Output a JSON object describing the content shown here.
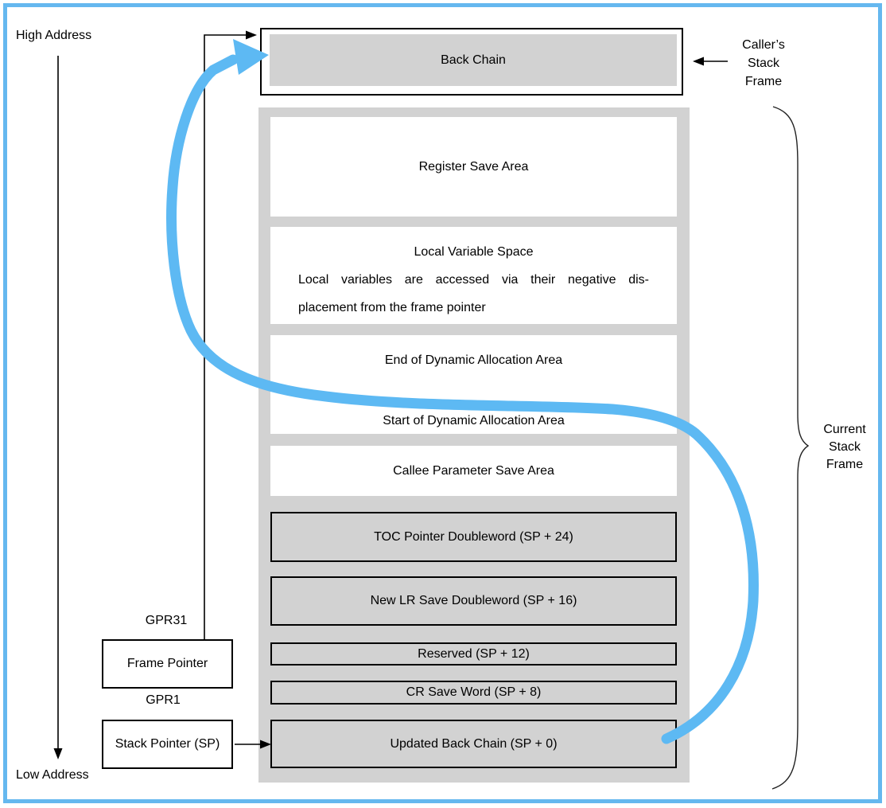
{
  "colors": {
    "figure_border": "#65b8ef",
    "flow_arrow": "#5db9f3",
    "frame_fill": "#d2d2d2"
  },
  "labels": {
    "high_address": "High Address",
    "low_address": "Low Address",
    "gpr31": "GPR31",
    "gpr1": "GPR1",
    "callers_stack_frame": [
      "Caller’s",
      "Stack",
      "Frame"
    ],
    "current_stack_frame": [
      "Current",
      "Stack",
      "Frame"
    ]
  },
  "pointer_boxes": {
    "frame_pointer": "Frame Pointer",
    "stack_pointer": "Stack Pointer (SP)"
  },
  "caller_frame": {
    "back_chain": "Back Chain"
  },
  "stack_frame": {
    "register_save_area": "Register Save Area",
    "local_variable_space": {
      "title": "Local Variable Space",
      "desc_line1": "Local variables are accessed via their negative dis-",
      "desc_line2": "placement from the frame pointer"
    },
    "dynamic_allocation": {
      "end": "End of Dynamic Allocation Area",
      "start": "Start of Dynamic Allocation Area"
    },
    "callee_parameter_save_area": "Callee Parameter Save Area",
    "toc_pointer": "TOC Pointer Doubleword (SP + 24)",
    "new_lr_save": "New LR Save Doubleword (SP + 16)",
    "reserved": "Reserved (SP + 12)",
    "cr_save_word": "CR Save Word (SP + 8)",
    "updated_back_chain": "Updated Back Chain (SP + 0)"
  }
}
